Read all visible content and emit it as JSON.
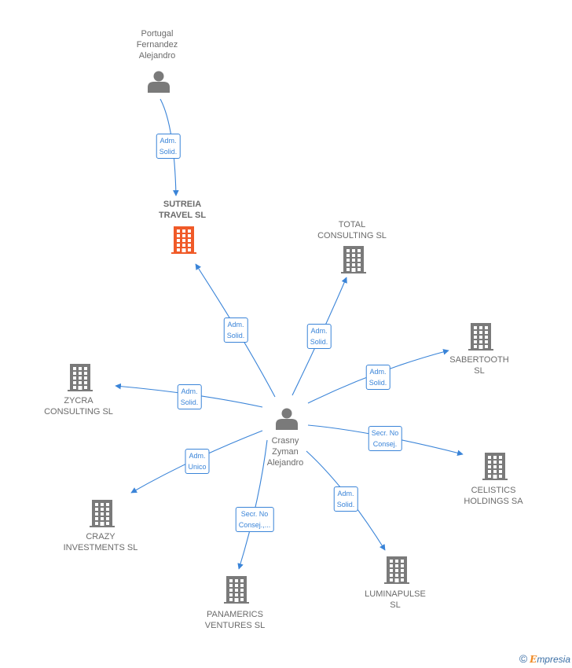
{
  "nodes": [
    {
      "id": "portugal",
      "type": "person",
      "label": "Portugal\nFernandez\nAlejandro"
    },
    {
      "id": "sutreia",
      "type": "company",
      "focus": true,
      "label": "SUTREIA\nTRAVEL  SL"
    },
    {
      "id": "total",
      "type": "company",
      "label": "TOTAL\nCONSULTING SL"
    },
    {
      "id": "sabertooth",
      "type": "company",
      "label": "SABERTOOTH\nSL"
    },
    {
      "id": "zycra",
      "type": "company",
      "label": "ZYCRA\nCONSULTING SL"
    },
    {
      "id": "crasny",
      "type": "person",
      "label": "Crasny\nZyman\nAlejandro"
    },
    {
      "id": "celistics",
      "type": "company",
      "label": "CELISTICS\nHOLDINGS SA"
    },
    {
      "id": "crazy",
      "type": "company",
      "label": "CRAZY\nINVESTMENTS SL"
    },
    {
      "id": "luminapulse",
      "type": "company",
      "label": "LUMINAPULSE\nSL"
    },
    {
      "id": "panamerics",
      "type": "company",
      "label": "PANAMERICS\nVENTURES SL"
    }
  ],
  "edges": [
    {
      "from": "portugal",
      "to": "sutreia",
      "label": "Adm.\nSolid."
    },
    {
      "from": "crasny",
      "to": "sutreia",
      "label": "Adm.\nSolid."
    },
    {
      "from": "crasny",
      "to": "total",
      "label": "Adm.\nSolid."
    },
    {
      "from": "crasny",
      "to": "sabertooth",
      "label": "Adm.\nSolid."
    },
    {
      "from": "crasny",
      "to": "zycra",
      "label": "Adm.\nSolid."
    },
    {
      "from": "crasny",
      "to": "celistics",
      "label": "Secr.  No\nConsej."
    },
    {
      "from": "crasny",
      "to": "crazy",
      "label": "Adm.\nUnico"
    },
    {
      "from": "crasny",
      "to": "luminapulse",
      "label": "Adm.\nSolid."
    },
    {
      "from": "crasny",
      "to": "panamerics",
      "label": "Secr.  No\nConsej.,..."
    }
  ],
  "colors": {
    "edge": "#3a84d8",
    "icon": "#7a7a7a",
    "focus_icon": "#f05a28",
    "label": "#6b6b6b"
  },
  "footer": {
    "copyright": "©",
    "brand_first": "E",
    "brand_rest": "mpresia"
  }
}
